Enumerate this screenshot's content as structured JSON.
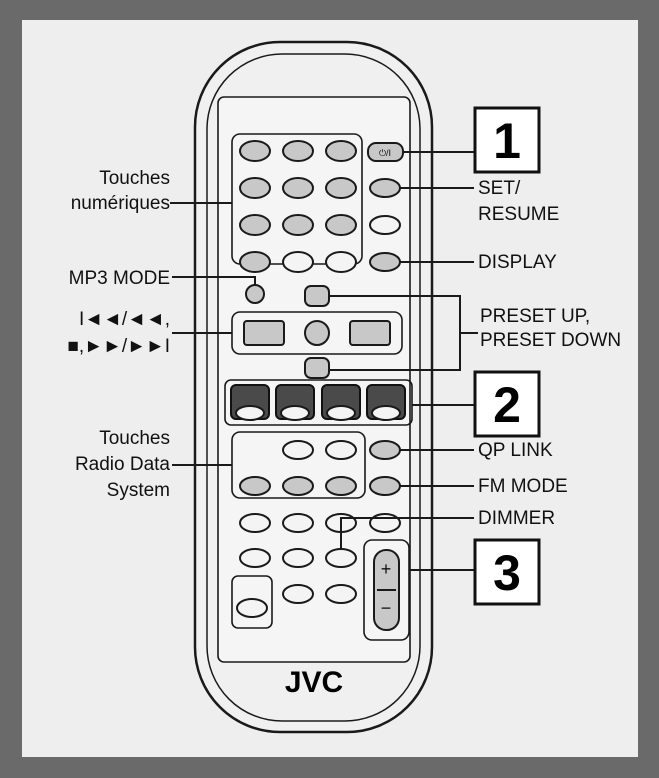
{
  "labels": {
    "touches_numeriques_1": "Touches",
    "touches_numeriques_2": "numériques",
    "mp3_mode": "MP3 MODE",
    "skip_1": "I◄◄/◄◄,",
    "skip_2": "■,►►/►►I",
    "rds_1": "Touches",
    "rds_2": "Radio Data",
    "rds_3": "System",
    "set_resume_1": "SET/",
    "set_resume_2": "RESUME",
    "display": "DISPLAY",
    "preset_1": "PRESET UP,",
    "preset_2": "PRESET DOWN",
    "qp_link": "QP LINK",
    "fm_mode": "FM MODE",
    "dimmer": "DIMMER"
  },
  "steps": [
    "1",
    "2",
    "3"
  ],
  "brand": "JVC",
  "power_button_label": "⏻/I",
  "volume": {
    "plus": "+",
    "minus": "−"
  },
  "colors": {
    "frame": "#666666",
    "panel": "#eeeeee",
    "remote": "#f0f0f0",
    "button": "#c8c8c8",
    "dark_button": "#4a4a4a"
  }
}
